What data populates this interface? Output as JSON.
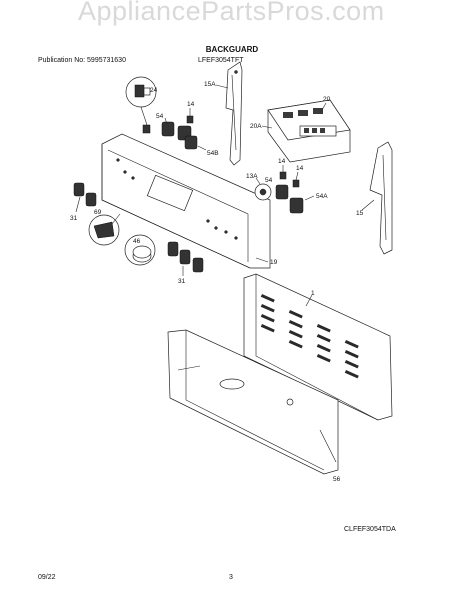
{
  "header": {
    "publication": "Publication No: 5995731630",
    "model": "LFEF3054TFT",
    "watermark": "AppliancePartsPros.com"
  },
  "title": "BACKGUARD",
  "callouts": {
    "c24": "24",
    "c15A": "15A",
    "c14a": "14",
    "c20": "20",
    "c20A": "20A",
    "c54": "54",
    "c54B": "54B",
    "c13A": "13A",
    "c54b": "54",
    "c14b": "14",
    "c14c": "14",
    "c54A": "54A",
    "c15": "15",
    "c31a": "31",
    "c69": "69",
    "c46": "46",
    "c31b": "31",
    "c19": "19",
    "c1": "1",
    "c56": "56"
  },
  "diagram_code": "CLFEF3054TDA",
  "footer": {
    "date": "09/22",
    "page": "3"
  }
}
